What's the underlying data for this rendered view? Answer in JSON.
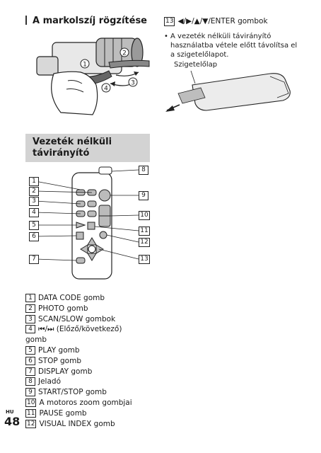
{
  "left_section": {
    "title": "A markolszíj rögzítése",
    "step_numbers": [
      "1",
      "2",
      "3",
      "4"
    ]
  },
  "right_section": {
    "item_number": "13",
    "heading": "◀/▶/▲/▼/ENTER gombok",
    "bullet": "A vezeték nélküli távirányító használatba vétele előtt távolítsa el a szigetelőlapot.",
    "insulation_label": "Szigetelőlap"
  },
  "remote_section": {
    "title_line1": "Vezeték nélküli",
    "title_line2": "távirányító"
  },
  "callouts": [
    "1",
    "2",
    "3",
    "4",
    "5",
    "6",
    "7",
    "8",
    "9",
    "10",
    "11",
    "12",
    "13"
  ],
  "items": [
    {
      "num": "1",
      "text": "DATA CODE gomb"
    },
    {
      "num": "2",
      "text": "PHOTO gomb"
    },
    {
      "num": "3",
      "text": "SCAN/SLOW gombok"
    },
    {
      "num": "4",
      "text": "⏮/⏭ (Előző/következő)",
      "text2": "gomb"
    },
    {
      "num": "5",
      "text": "PLAY gomb"
    },
    {
      "num": "6",
      "text": "STOP gomb"
    },
    {
      "num": "7",
      "text": "DISPLAY gomb"
    },
    {
      "num": "8",
      "text": "Jeladó"
    },
    {
      "num": "9",
      "text": "START/STOP gomb"
    },
    {
      "num": "10",
      "text": "A motoros zoom gombjai"
    },
    {
      "num": "11",
      "text": "PAUSE gomb"
    },
    {
      "num": "12",
      "text": "VISUAL INDEX gomb"
    }
  ],
  "footer": {
    "lang": "HU",
    "page": "48"
  },
  "colors": {
    "section_bg": "#d3d3d3",
    "ink": "#1a1a1a"
  }
}
